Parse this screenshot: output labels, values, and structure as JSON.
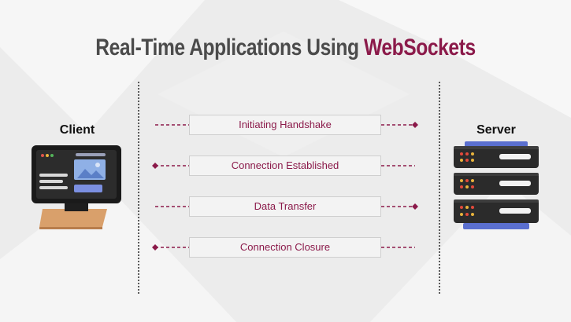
{
  "title": {
    "prefix": "Real-Time Applications Using ",
    "highlight": "WebSockets"
  },
  "client": {
    "label": "Client",
    "icon": "monitor-icon"
  },
  "server": {
    "label": "Server",
    "icon": "server-rack-icon"
  },
  "steps": [
    {
      "label": "Initiating Handshake",
      "direction": "client-to-server"
    },
    {
      "label": "Connection Established",
      "direction": "server-to-client"
    },
    {
      "label": "Data Transfer",
      "direction": "client-to-server"
    },
    {
      "label": "Connection Closure",
      "direction": "server-to-client"
    }
  ],
  "colors": {
    "accent": "#8b1a4a",
    "title_text": "#4b4b4b",
    "background": "#ececec"
  }
}
